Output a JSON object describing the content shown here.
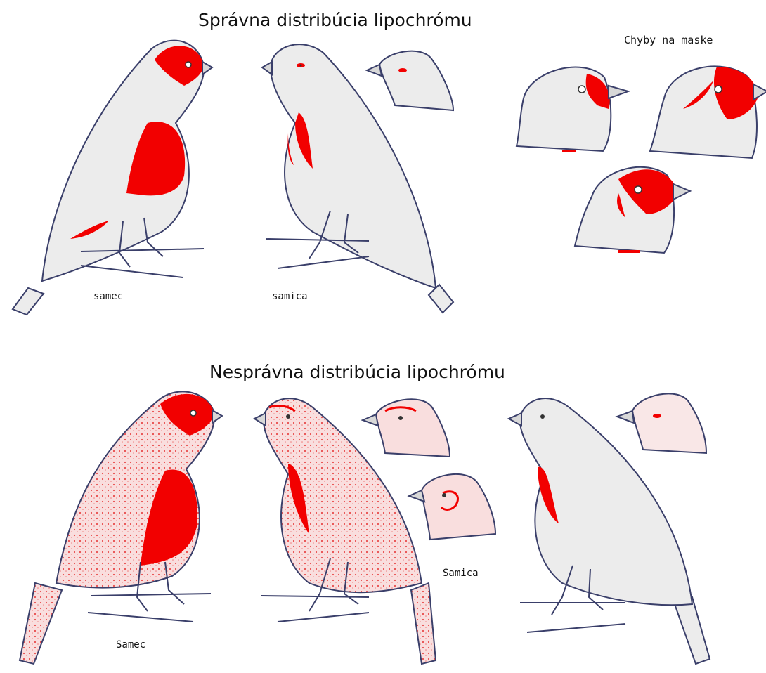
{
  "top_section": {
    "title": "Správna distribúcia lipochrómu",
    "mask_errors_label": "Chyby na maske",
    "male_label": "samec",
    "female_label": "samica"
  },
  "bottom_section": {
    "title": "Nesprávna distribúcia lipochrómu",
    "male_label": "Samec",
    "female_label": "Samica"
  },
  "colors": {
    "lipochrome_red": "#f20000",
    "pale_red": "#f7d0d0",
    "body_grey": "#ececec",
    "outline": "#3a3f6a"
  }
}
